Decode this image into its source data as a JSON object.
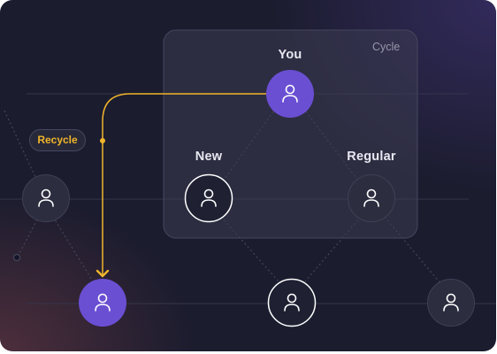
{
  "diagram": {
    "group_label": "Cycle",
    "tag_label": "Recycle",
    "nodes": [
      {
        "id": "you",
        "label": "You",
        "style": "filled"
      },
      {
        "id": "new",
        "label": "New",
        "style": "outline"
      },
      {
        "id": "regular",
        "label": "Regular",
        "style": "dark"
      },
      {
        "id": "left-mid",
        "label": "",
        "style": "dark"
      },
      {
        "id": "bottom-left",
        "label": "",
        "style": "filled"
      },
      {
        "id": "bottom-mid",
        "label": "",
        "style": "outline"
      },
      {
        "id": "bottom-right",
        "label": "",
        "style": "dark"
      }
    ],
    "icons": {
      "node": "user-icon"
    },
    "colors": {
      "background": "#1b1c2e",
      "accent_purple": "#6a4fd3",
      "accent_yellow": "#f0b52b",
      "node_dark": "#2c2d3f",
      "panel": "#2b2c3e"
    }
  }
}
